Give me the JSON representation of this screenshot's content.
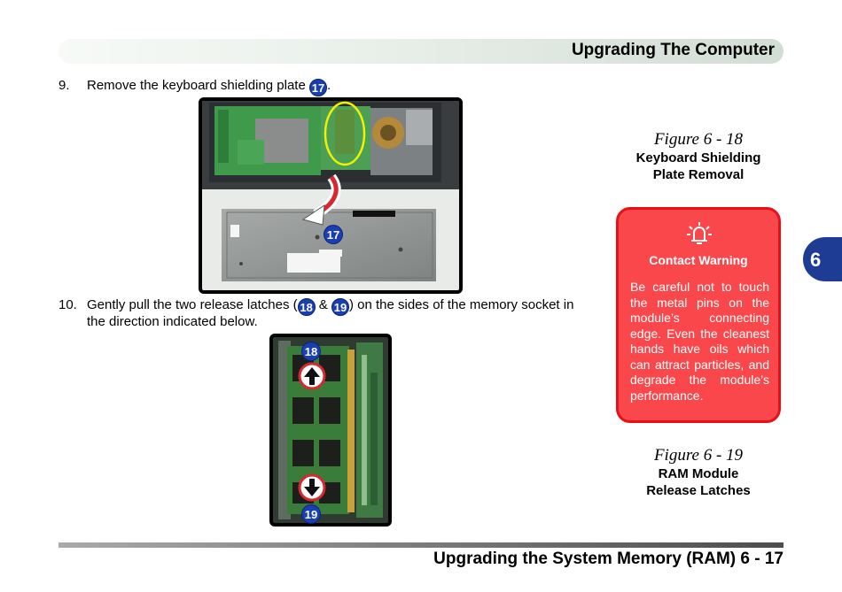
{
  "header": {
    "title": "Upgrading The Computer"
  },
  "step9": {
    "number": "9.",
    "text_before": "Remove the keyboard shielding plate ",
    "callout": "17",
    "text_after": "."
  },
  "step10": {
    "number": "10.",
    "text_a": "Gently pull the two release latches (",
    "callout_a": "18",
    "text_b": " & ",
    "callout_b": "19",
    "text_c": ") on the sides of the memory socket in",
    "line2": "the direction indicated below."
  },
  "figure1": {
    "callout": "17",
    "title": "Figure 6 - 18",
    "line1": "Keyboard Shielding",
    "line2": "Plate Removal"
  },
  "figure2": {
    "callout_top": "18",
    "callout_bottom": "19",
    "title": "Figure 6 - 19",
    "line1": "RAM Module",
    "line2": "Release Latches"
  },
  "warning": {
    "title": "Contact Warning",
    "body": "Be careful not to touch the metal pins on the module’s connecting edge. Even the cleanest hands have oils which can attract particles, and degrade the module’s performance.",
    "icon": "alarm-bell-icon"
  },
  "chapter_tab": "6",
  "footer": {
    "text": "Upgrading the System Memory (RAM)  6  -  17"
  },
  "colors": {
    "callout_blue": "#1a3fb3",
    "warning_red": "#f9474c",
    "tab_blue": "#1e3c94"
  }
}
